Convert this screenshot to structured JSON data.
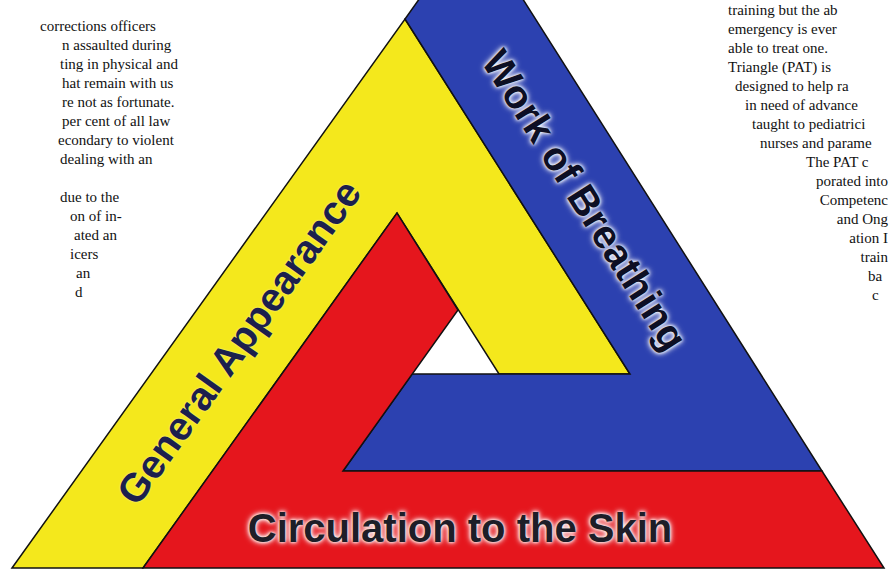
{
  "diagram": {
    "nodes": [
      {
        "text": [
          "General Appearance"
        ]
      },
      {
        "text": [
          "Work of Breathing"
        ]
      },
      {
        "text": [
          "Circulation to the Skin"
        ]
      }
    ],
    "labels": [
      "corrections officers",
      "n assaulted during",
      "ting in physical and",
      "hat remain with us",
      "re not as fortunate.",
      "per cent of all law",
      "econdary to violent",
      "dealing with an",
      "due to the",
      "on of in-",
      "ated an",
      "icers",
      "an",
      "d",
      "training but the ab",
      "emergency is ever",
      "able to treat one.",
      "Triangle (PAT) is",
      "designed to help ra",
      "in need of advance",
      "taught to pediatrici",
      "nurses and parame",
      "The PAT c",
      "porated into",
      "Competenc",
      "and Ong",
      "ation I",
      "train",
      "ba",
      "c"
    ]
  }
}
